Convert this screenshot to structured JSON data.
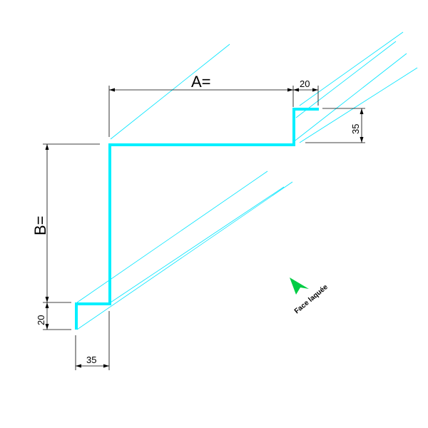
{
  "dimensions": {
    "a_label": "A=",
    "b_label": "B=",
    "top_return": "20",
    "top_rise": "35",
    "bottom_return": "20",
    "bottom_width": "35"
  },
  "annotation": {
    "text": "Face laquée",
    "icon": "arrow-pointer-icon",
    "color": "#00cc44"
  },
  "colors": {
    "profile": "#00f0ff",
    "projection": "#00e5ff",
    "dimension": "#000000"
  }
}
